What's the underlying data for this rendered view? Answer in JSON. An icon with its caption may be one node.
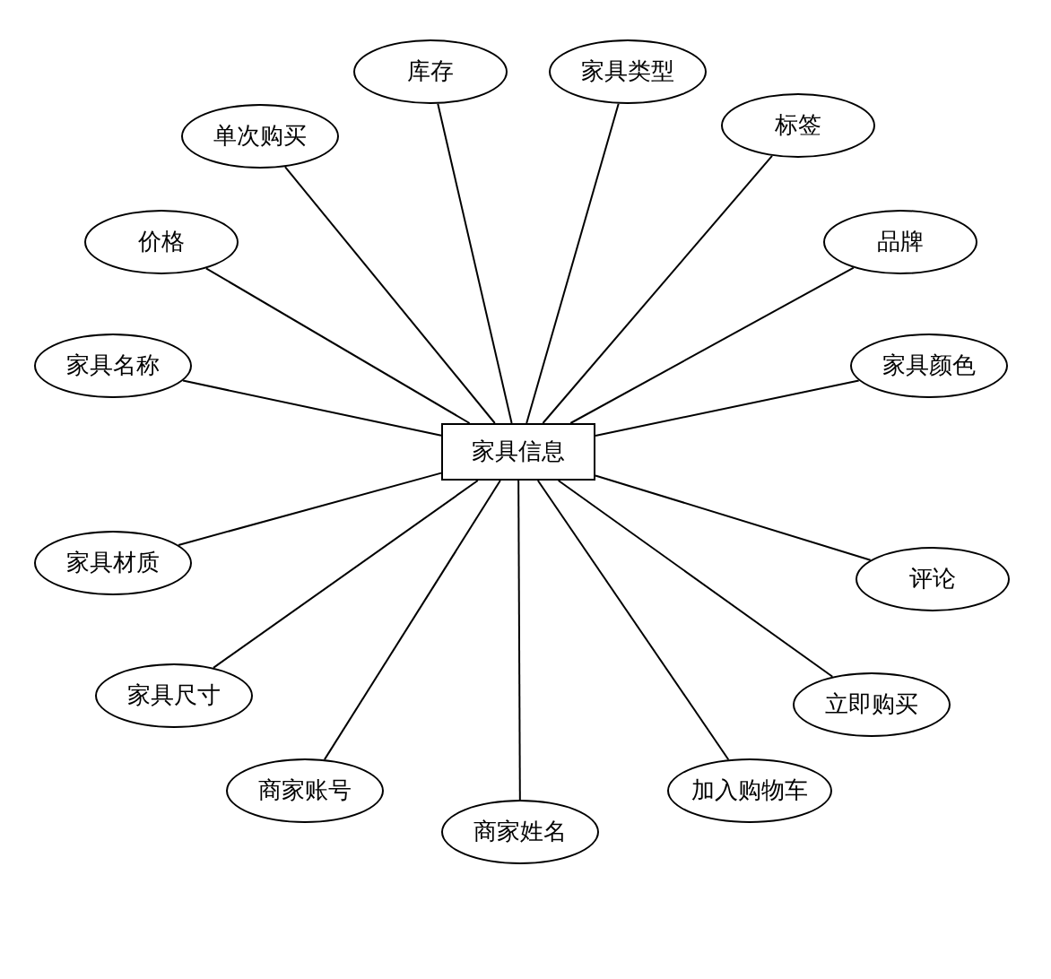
{
  "diagram": {
    "nodes": [
      {
        "text": [
          "家具信息"
        ]
      },
      {
        "text": [
          "库存"
        ]
      },
      {
        "text": [
          "家具类型"
        ]
      },
      {
        "text": [
          "单次购买"
        ]
      },
      {
        "text": [
          "标签"
        ]
      },
      {
        "text": [
          "价格"
        ]
      },
      {
        "text": [
          "品牌"
        ]
      },
      {
        "text": [
          "家具名称"
        ]
      },
      {
        "text": [
          "家具颜色"
        ]
      },
      {
        "text": [
          "家具材质"
        ]
      },
      {
        "text": [
          "评论"
        ]
      },
      {
        "text": [
          "家具尺寸"
        ]
      },
      {
        "text": [
          "立即购买"
        ]
      },
      {
        "text": [
          "商家账号"
        ]
      },
      {
        "text": [
          "加入购物车"
        ]
      },
      {
        "text": [
          "商家姓名"
        ]
      }
    ],
    "edges": [
      {
        "from": 0,
        "to": 1,
        "arrow": "none"
      },
      {
        "from": 0,
        "to": 2,
        "arrow": "none"
      },
      {
        "from": 0,
        "to": 3,
        "arrow": "none"
      },
      {
        "from": 0,
        "to": 4,
        "arrow": "none"
      },
      {
        "from": 0,
        "to": 5,
        "arrow": "none"
      },
      {
        "from": 0,
        "to": 6,
        "arrow": "none"
      },
      {
        "from": 0,
        "to": 7,
        "arrow": "none"
      },
      {
        "from": 0,
        "to": 8,
        "arrow": "none"
      },
      {
        "from": 0,
        "to": 9,
        "arrow": "none"
      },
      {
        "from": 0,
        "to": 10,
        "arrow": "none"
      },
      {
        "from": 0,
        "to": 11,
        "arrow": "none"
      },
      {
        "from": 0,
        "to": 12,
        "arrow": "none"
      },
      {
        "from": 0,
        "to": 13,
        "arrow": "none"
      },
      {
        "from": 0,
        "to": 14,
        "arrow": "none"
      },
      {
        "from": 0,
        "to": 15,
        "arrow": "none"
      }
    ]
  }
}
